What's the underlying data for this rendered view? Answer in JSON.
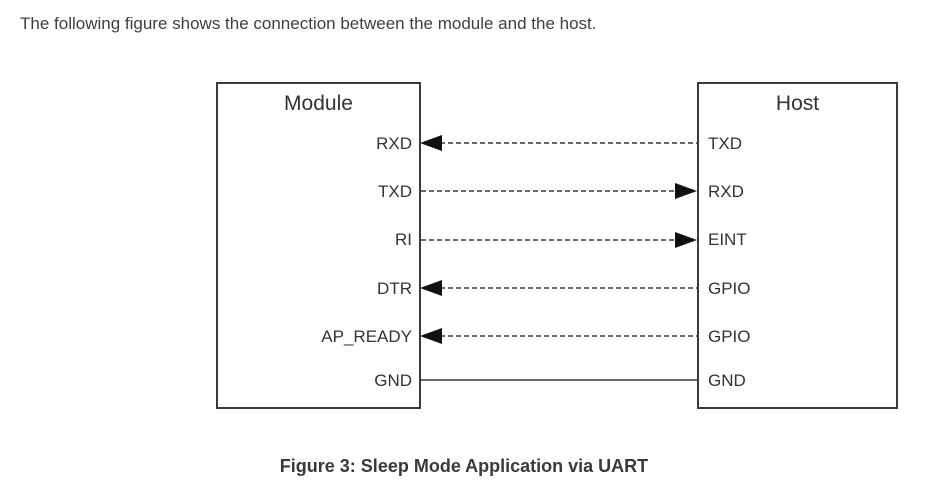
{
  "document": {
    "intro_text": "The following figure shows the connection between the module and the host.",
    "caption": "Figure 3: Sleep Mode Application via UART"
  },
  "colors": {
    "text": "#3f3f3f",
    "line": "#3a3a3a",
    "background": "#ffffff"
  },
  "figure": {
    "left_block": {
      "title": "Module",
      "pins": [
        {
          "label": "RXD"
        },
        {
          "label": "TXD"
        },
        {
          "label": "RI"
        },
        {
          "label": "DTR"
        },
        {
          "label": "AP_READY"
        },
        {
          "label": "GND"
        }
      ]
    },
    "right_block": {
      "title": "Host",
      "pins": [
        {
          "label": "TXD"
        },
        {
          "label": "RXD"
        },
        {
          "label": "EINT"
        },
        {
          "label": "GPIO"
        },
        {
          "label": "GPIO"
        },
        {
          "label": "GND"
        }
      ]
    },
    "connections": [
      {
        "from": "TXD",
        "to": "RXD",
        "direction": "left",
        "style": "dashed"
      },
      {
        "from": "TXD",
        "to": "RXD",
        "direction": "right",
        "style": "dashed"
      },
      {
        "from": "RI",
        "to": "EINT",
        "direction": "right",
        "style": "dashed"
      },
      {
        "from": "GPIO",
        "to": "DTR",
        "direction": "left",
        "style": "dashed"
      },
      {
        "from": "GPIO",
        "to": "AP_READY",
        "direction": "left",
        "style": "dashed"
      },
      {
        "from": "GND",
        "to": "GND",
        "direction": "none",
        "style": "solid"
      }
    ]
  }
}
